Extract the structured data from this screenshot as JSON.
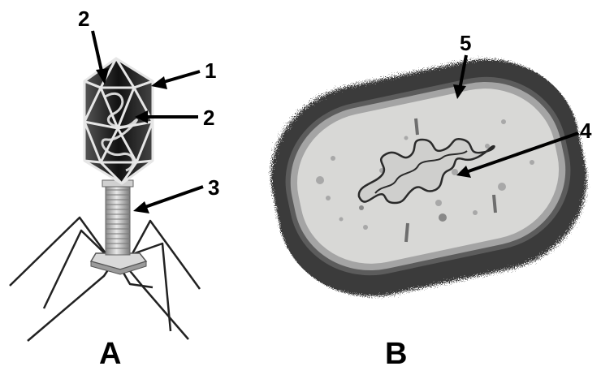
{
  "panels": [
    {
      "id": "A",
      "label": "A",
      "subject": "bacteriophage"
    },
    {
      "id": "B",
      "label": "B",
      "subject": "bacterium"
    }
  ],
  "callouts": {
    "c1": "1",
    "c2_top": "2",
    "c2_right": "2",
    "c3": "3",
    "c4": "4",
    "c5": "5"
  },
  "colors": {
    "ink": "#000000",
    "cell_fill": "#d8d8d6",
    "cell_wall": "#6e6e6e",
    "capsule": "#3a3a3a",
    "phage_head": "#202020",
    "phage_frame": "#e6e6e6"
  }
}
